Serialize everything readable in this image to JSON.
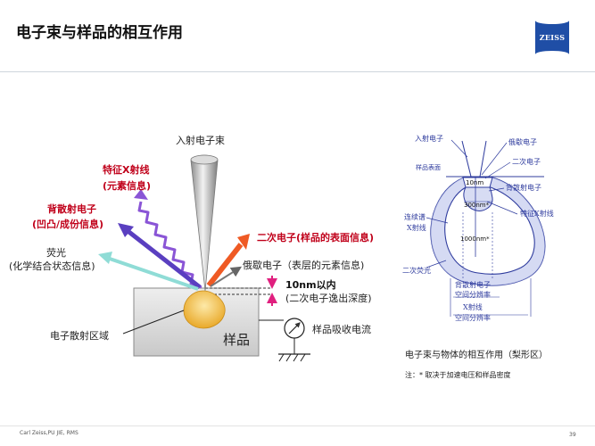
{
  "page": {
    "title": "电子束与样品的相互作用",
    "logo_text": "ZEISS",
    "footer": "Carl Zeiss,PU JIE, RMS",
    "page_number": "39"
  },
  "left_diagram": {
    "incident_beam": "入射电子束",
    "characteristic_xray": "特征X射线",
    "characteristic_xray_sub": "(元素信息)",
    "backscattered": "背散射电子",
    "backscattered_sub": "(凹凸/成份信息)",
    "fluorescence": "荧光",
    "fluorescence_sub": "(化学结合状态信息)",
    "secondary": "二次电子(样品的表面信息)",
    "auger": "俄歇电子（表层的元素信息)",
    "depth": "10nm以内",
    "depth_sub": "(二次电子逸出深度)",
    "scatter_region": "电子散射区域",
    "sample": "样品",
    "absorbed_current": "样品吸收电流"
  },
  "right_diagram": {
    "incident": "入射电子",
    "sample_surface": "样品表面",
    "auger": "俄歇电子",
    "secondary": "二次电子",
    "backscattered": "背散射电子",
    "continuous_xray_1": "连续谱",
    "continuous_xray_2": "X射线",
    "characteristic_xray": "特征X射线",
    "secondary_fluorescence": "二次荧光",
    "depth_10nm": "10nm",
    "depth_300nm": "300nm*",
    "depth_1000nm": "1000nm*",
    "bse_resolution_1": "背散射电子",
    "bse_resolution_2": "空间分辨率",
    "xray_resolution_1": "X射线",
    "xray_resolution_2": "空间分辨率",
    "caption": "电子束与物体的相互作用（梨形区）",
    "note": "注：* 取决于加速电压和样品密度"
  },
  "colors": {
    "red_label": "#c0001a",
    "arrow_purple": "#5a3fc0",
    "arrow_orange": "#ef5a24",
    "arrow_cyan": "#7fd6d8",
    "blob_gold": "#f2c050",
    "pear_blue": "#2f3c9e",
    "logo_blue": "#1f4ea6"
  },
  "icons": [
    "incident-beam-cone",
    "ammeter-icon",
    "ground-icon"
  ]
}
